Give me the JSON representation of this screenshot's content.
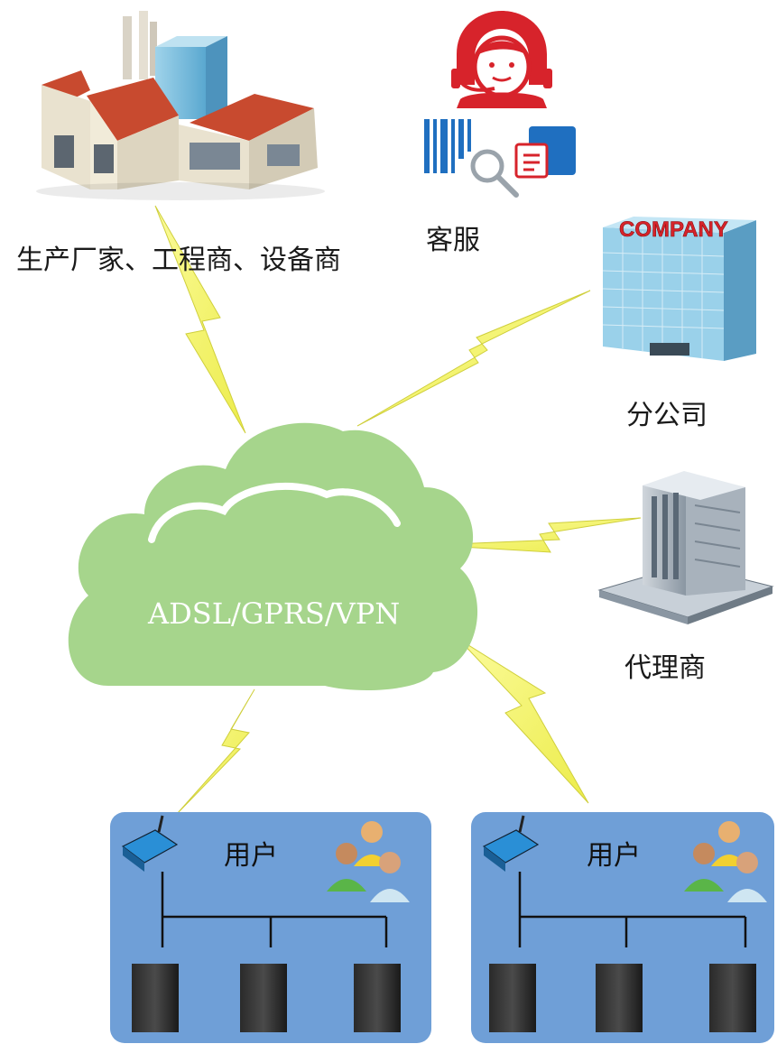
{
  "nodes": {
    "factory_label": "生产厂家、工程商、设备商",
    "service_label": "客服",
    "branch_label": "分公司",
    "agent_label": "代理商",
    "cloud_label": "ADSL/GPRS/VPN",
    "company_sign": "COMPANY"
  },
  "user_groups": [
    {
      "title": "用户"
    },
    {
      "title": "用户"
    }
  ],
  "colors": {
    "cloud": "#a6d58c",
    "lightning": "#f3f36a",
    "lightning_edge": "#d8d84a",
    "user_panel": "#6f9fd7",
    "service_red": "#d7232b",
    "service_blue": "#1f6fc0"
  },
  "icons": [
    "factory-icon",
    "customer-service-icon",
    "company-building-icon",
    "agent-building-icon",
    "cloud-icon",
    "gateway-device-icon",
    "people-icon",
    "server-rack-icon",
    "lightning-icon"
  ]
}
